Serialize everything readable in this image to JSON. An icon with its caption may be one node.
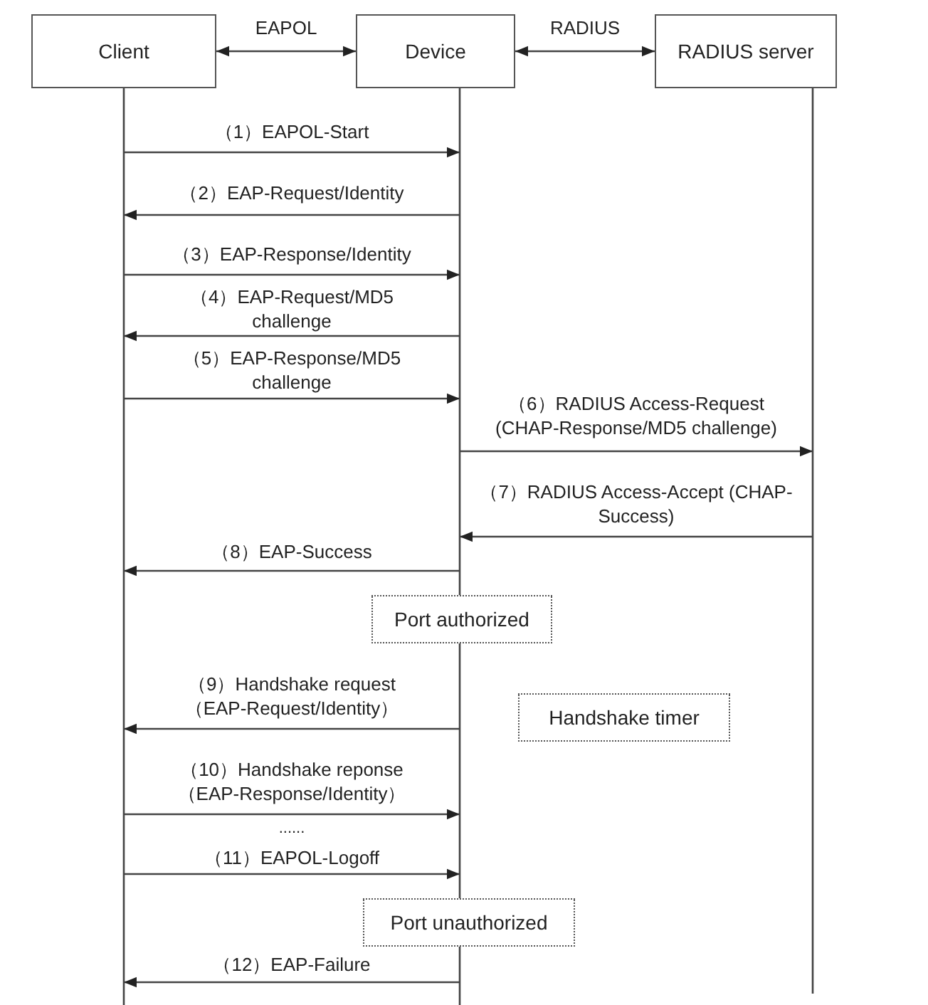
{
  "diagram": {
    "nodes": [
      {
        "text": [
          "Client"
        ]
      },
      {
        "text": [
          "Device"
        ]
      },
      {
        "text": [
          "RADIUS server"
        ]
      },
      {
        "text": [
          "Port authorized"
        ]
      },
      {
        "text": [
          "Handshake timer"
        ]
      },
      {
        "text": [
          "Port unauthorized"
        ]
      }
    ],
    "edges": [
      {
        "from": 0,
        "to": 1,
        "arrow": "both",
        "label": "EAPOL"
      },
      {
        "from": 1,
        "to": 2,
        "arrow": "both",
        "label": "RADIUS"
      },
      {
        "from": 0,
        "to": 1,
        "arrow": "to",
        "label": "（1）EAPOL-Start"
      },
      {
        "from": 1,
        "to": 0,
        "arrow": "to",
        "label": "（2）EAP-Request/Identity"
      },
      {
        "from": 0,
        "to": 1,
        "arrow": "to",
        "label": "（3）EAP-Response/Identity"
      },
      {
        "from": 1,
        "to": 0,
        "arrow": "to",
        "label": "（4）EAP-Request/MD5 challenge"
      },
      {
        "from": 0,
        "to": 1,
        "arrow": "to",
        "label": "（5）EAP-Response/MD5 challenge"
      },
      {
        "from": 1,
        "to": 2,
        "arrow": "to",
        "label": "（6）RADIUS Access-Request (CHAP-Response/MD5 challenge)"
      },
      {
        "from": 2,
        "to": 1,
        "arrow": "to",
        "label": "（7）RADIUS Access-Accept (CHAP-Success)"
      },
      {
        "from": 1,
        "to": 0,
        "arrow": "to",
        "label": "（8）EAP-Success"
      },
      {
        "from": 1,
        "to": 0,
        "arrow": "to",
        "label": "（9）Handshake request （EAP-Request/Identity）"
      },
      {
        "from": 0,
        "to": 1,
        "arrow": "to",
        "label": "（10）Handshake reponse （EAP-Response/Identity）"
      },
      {
        "from": 0,
        "to": 1,
        "arrow": "to",
        "label": "（11）EAPOL-Logoff"
      },
      {
        "from": 1,
        "to": 0,
        "arrow": "to",
        "label": "（12）EAP-Failure"
      }
    ],
    "labels": [
      "......"
    ]
  }
}
